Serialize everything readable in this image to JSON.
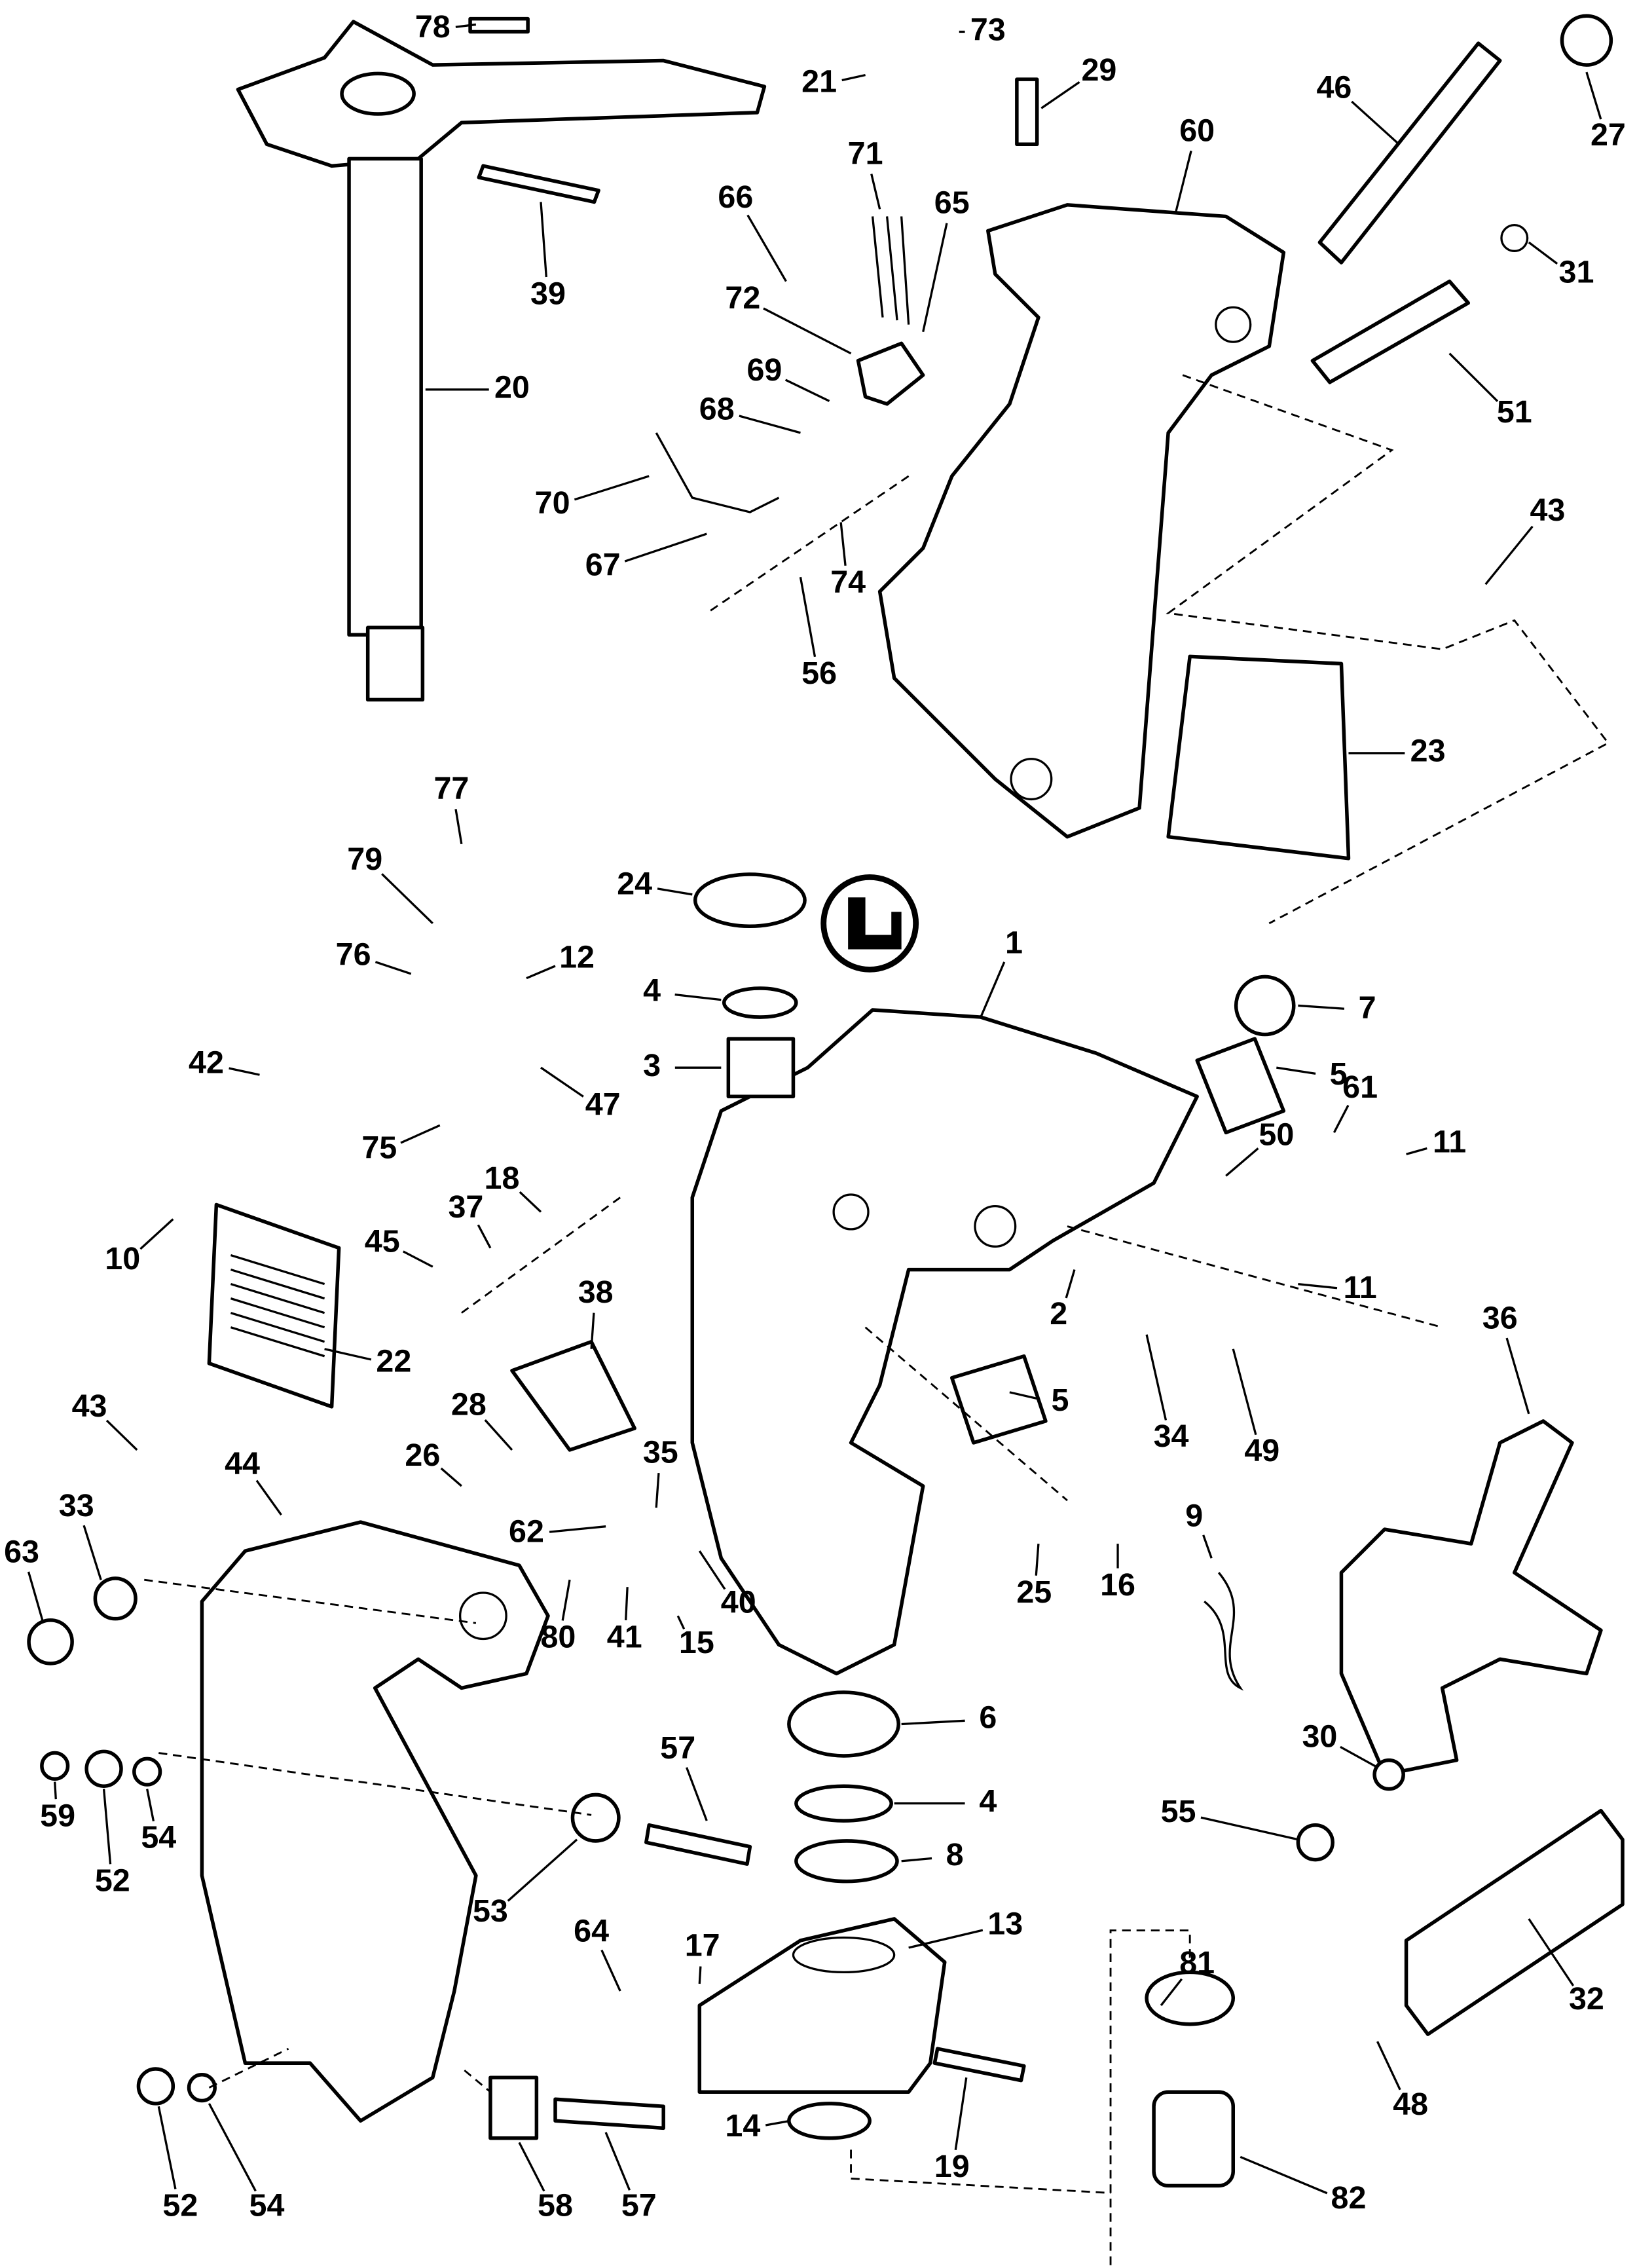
{
  "diagram": {
    "type": "exploded parts diagram",
    "callouts": [
      "78",
      "73",
      "21",
      "29",
      "27",
      "46",
      "60",
      "71",
      "66",
      "65",
      "31",
      "39",
      "72",
      "20",
      "69",
      "68",
      "51",
      "70",
      "67",
      "74",
      "43",
      "56",
      "23",
      "77",
      "79",
      "24",
      "76",
      "12",
      "4",
      "1",
      "7",
      "3",
      "5",
      "47",
      "42",
      "50",
      "61",
      "11",
      "75",
      "18",
      "37",
      "45",
      "10",
      "2",
      "11",
      "36",
      "38",
      "22",
      "28",
      "5",
      "34",
      "49",
      "43",
      "26",
      "35",
      "44",
      "62",
      "33",
      "25",
      "16",
      "9",
      "63",
      "80",
      "41",
      "15",
      "40",
      "6",
      "30",
      "59",
      "52",
      "54",
      "57",
      "4",
      "55",
      "8",
      "53",
      "64",
      "13",
      "17",
      "81",
      "32",
      "48",
      "14",
      "19",
      "82",
      "52",
      "54",
      "58",
      "57"
    ],
    "inset_icon": "seal-lip-orientation-icon",
    "line_color": "#000000",
    "background": "#ffffff"
  }
}
